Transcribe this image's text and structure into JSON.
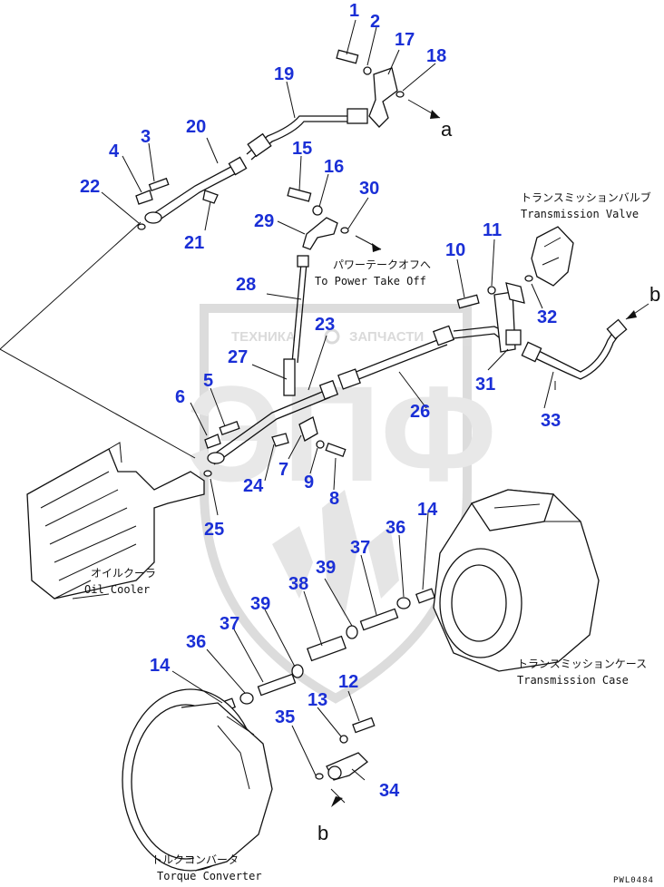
{
  "diagram": {
    "callouts": [
      "1",
      "2",
      "3",
      "4",
      "5",
      "6",
      "7",
      "8",
      "9",
      "10",
      "11",
      "12",
      "13",
      "14",
      "14",
      "15",
      "16",
      "17",
      "18",
      "19",
      "20",
      "21",
      "22",
      "23",
      "24",
      "25",
      "26",
      "27",
      "28",
      "29",
      "30",
      "31",
      "32",
      "33",
      "34",
      "35",
      "36",
      "36",
      "37",
      "37",
      "38",
      "39",
      "39"
    ],
    "labels": {
      "transmission_valve_jp": "トランスミッションバルブ",
      "transmission_valve_en": "Transmission Valve",
      "power_take_off_jp": "パワーテークオフへ",
      "power_take_off_en": "To Power Take Off",
      "oil_cooler_jp": "オイルクーラ",
      "oil_cooler_en": "Oil Cooler",
      "transmission_case_jp": "トランスミッションケース",
      "transmission_case_en": "Transmission Case",
      "torque_converter_jp": "トルクコンバータ",
      "torque_converter_en": "Torque Converter"
    },
    "arrow_letters": [
      "a",
      "b",
      "b"
    ],
    "drawing_code": "PWL0484"
  },
  "watermark": {
    "top_left": "ТЕХНИКА",
    "top_right": "ЗАПЧАСТИ",
    "big": "ЭПФ"
  },
  "colors": {
    "callout": "#1a2fd6",
    "line": "#111111",
    "watermark": "#e0e0e0"
  }
}
